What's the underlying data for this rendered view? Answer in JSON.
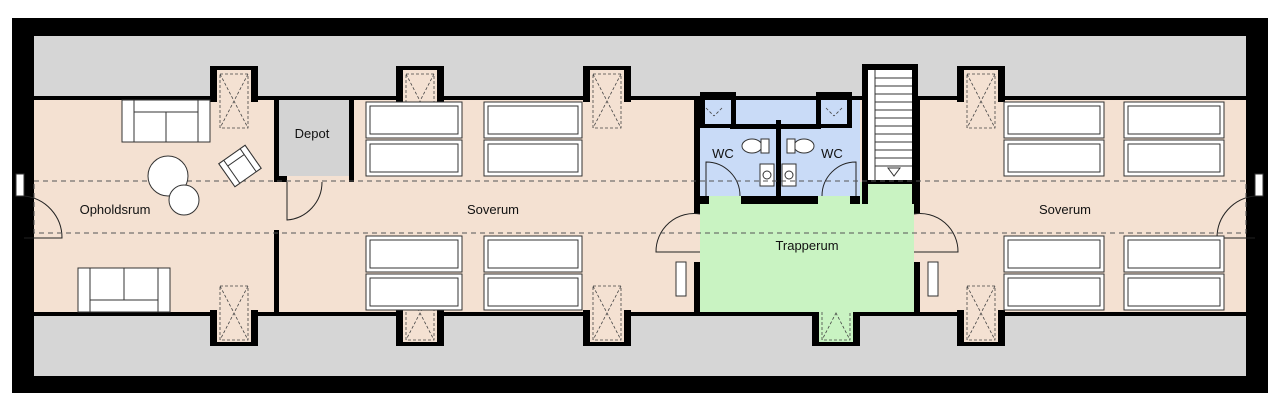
{
  "colors": {
    "floor": "#f4e1d2",
    "wc": "#c9dbf7",
    "stair_hall": "#c9f3c2",
    "depot": "#d3d3d3",
    "wall": "#000000",
    "roof_zone": "#d6d6d6"
  },
  "rooms": {
    "opholdsrum": "Opholdsrum",
    "depot": "Depot",
    "soverum_west": "Soverum",
    "wc_left": "WC",
    "wc_right": "WC",
    "trapperum": "Trapperum",
    "soverum_east": "Soverum"
  }
}
